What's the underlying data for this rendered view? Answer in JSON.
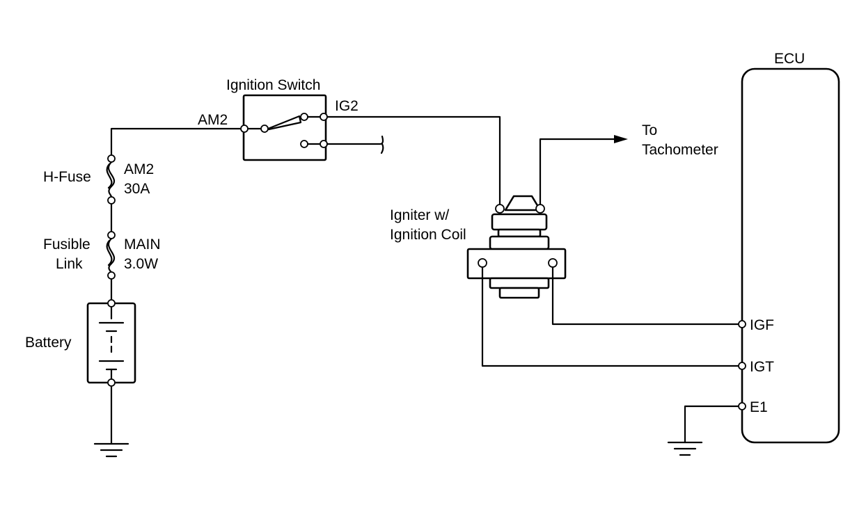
{
  "diagram": {
    "battery_label": "Battery",
    "hfuse_label": "H-Fuse",
    "hfuse_name": "AM2",
    "hfuse_rating": "30A",
    "fusible_label_line1": "Fusible",
    "fusible_label_line2": "Link",
    "fusible_name": "MAIN",
    "fusible_rating": "3.0W",
    "ignition_switch_label": "Ignition Switch",
    "switch_input_terminal": "AM2",
    "switch_output_terminal": "IG2",
    "igniter_label_line1": "Igniter w/",
    "igniter_label_line2": "Ignition Coil",
    "tach_label_line1": "To",
    "tach_label_line2": "Tachometer",
    "ecu_label": "ECU",
    "ecu_pins": [
      "IGF",
      "IGT",
      "E1"
    ]
  }
}
